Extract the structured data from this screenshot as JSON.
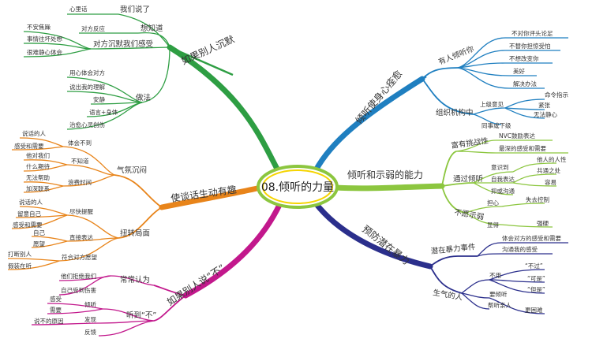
{
  "center": {
    "title": "08.倾听的力量"
  },
  "branches": {
    "silence": {
      "label": "如果别人沉默",
      "color": "#2e9e43",
      "children": [
        {
          "label": "我们说了",
          "items": [
            "心里话"
          ]
        },
        {
          "label": "想知道",
          "items": [
            "对方反应"
          ]
        },
        {
          "label": "对方沉默我们感受",
          "items": [
            "不安焦躁",
            "事情往坏处想",
            "很难静心体会"
          ]
        },
        {
          "label": "做法",
          "items": [
            "用心体会对方",
            "说出我的理解",
            "安静",
            "语言+身体",
            "治愈心灵创伤"
          ]
        }
      ]
    },
    "lively": {
      "label": "使谈话生动有趣",
      "color": "#e8841a",
      "atmosphere": {
        "label": "气氛沉闷",
        "groups": [
          {
            "label": "体会不到",
            "items": [
              "说话的人",
              "感受和需要"
            ]
          },
          {
            "label": "不知道",
            "items": [
              "他对我们",
              "什么期待"
            ]
          },
          {
            "label": "浪费时间",
            "items": [
              "无法帮助",
              "加深联系"
            ]
          }
        ]
      },
      "turn": {
        "label": "扭转局面",
        "groups": [
          {
            "label": "尽快提醒",
            "items": [
              "说话的人",
              "留意自己",
              "感受和需要"
            ]
          },
          {
            "label": "直接表达",
            "items": [
              "自己",
              "愿望"
            ]
          },
          {
            "label": "符合对方愿望",
            "items": [
              "打断别人",
              "假装在听"
            ]
          }
        ]
      }
    },
    "no": {
      "label": "如果别人说“不”",
      "color": "#c2188c",
      "often": {
        "label": "常常认为",
        "items": [
          "他们拒绝我们",
          "自己受到伤害"
        ]
      },
      "hear": {
        "label": "听到“不”",
        "groups": [
          {
            "label": "倾听",
            "items": [
              "感受",
              "需要"
            ]
          },
          {
            "label": "发现",
            "items": [
              "说不的原因"
            ]
          },
          {
            "label": "反馈",
            "items": []
          }
        ]
      }
    },
    "heal": {
      "label": "倾听使身心痊愈",
      "color": "#1f7fc0",
      "listen": {
        "label": "有人倾听你",
        "items": [
          "不对你评头论足",
          "不替你担惊受怕",
          "不想改变你",
          "美好",
          "解决办法"
        ]
      },
      "inst": {
        "label": "组织机构中",
        "groups": [
          {
            "label": "上级意见",
            "items": [
              "命令指示",
              "紧张",
              "无法静心"
            ]
          },
          {
            "label": "同事或下级",
            "items": []
          }
        ]
      }
    },
    "weak": {
      "label": "倾听和示弱的能力",
      "color": "#8cc63f",
      "challenge": {
        "label": "富有挑战性",
        "items": [
          "NVC鼓励表达",
          "最深的感受和需要"
        ]
      },
      "through": {
        "label": "通过倾听",
        "items": [
          "意识到",
          "自我表达",
          "抑或沟通"
        ],
        "right": [
          "他人的人性",
          "共通之处",
          "容易"
        ]
      },
      "noshow": {
        "label": "不愿示弱",
        "items": [
          "担心",
          "显得"
        ],
        "right": [
          "失去控制",
          "强硬"
        ]
      }
    },
    "violence": {
      "label": "预防潜在暴力",
      "color": "#2b2f8c",
      "potential": {
        "label": "潜在暴力事件",
        "items": [
          "体会对方的感受和需要",
          "沟通我的感受"
        ]
      },
      "angry": {
        "label": "生气的人",
        "items": [
          "不用",
          "要倾听",
          "帮听亲人"
        ],
        "notuse": [
          "“不过”",
          "“可是”",
          "“但是”"
        ],
        "hard": "更困难"
      }
    }
  }
}
